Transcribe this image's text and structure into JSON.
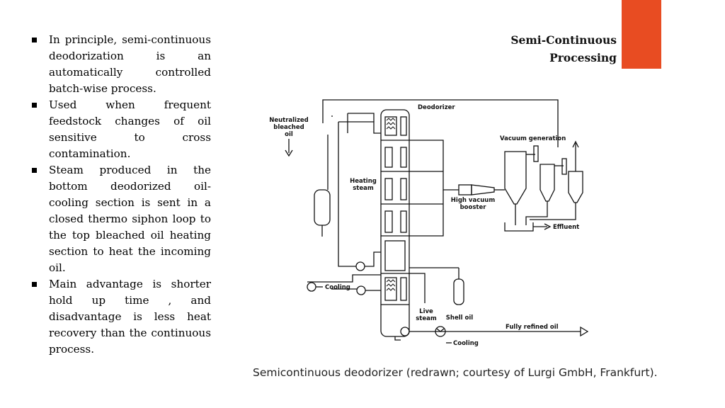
{
  "slide": {
    "title_line1": "Semi-Continuous",
    "title_line2": "Processing",
    "accent_color": "#e84c22",
    "bullets": [
      "In principle, semi-continuous deodorization is an automatically controlled batch-wise process.",
      "Used when frequent feedstock changes of oil sensitive to cross contamination.",
      "Steam produced in the bottom deodorized oil-cooling section is sent in a closed thermo siphon loop to the top bleached oil heating section to heat the incoming oil.",
      "Main advantage is shorter hold up time , and disadvantage is less heat recovery than the continuous process."
    ],
    "caption": "Semicontinuous deodorizer (redrawn; courtesy of Lurgi GmbH, Frankfurt)."
  },
  "diagram": {
    "labels": {
      "deodorizer": "Deodorizer",
      "feed_line1": "Neutralized",
      "feed_line2": "bleached",
      "feed_line3": "oil",
      "vacuum_generation": "Vacuum generation",
      "heating_steam_line1": "Heating",
      "heating_steam_line2": "steam",
      "booster_line1": "High vacuum",
      "booster_line2": "booster",
      "effluent": "Effluent",
      "cooling_upper": "Cooling",
      "live_steam_line1": "Live",
      "live_steam_line2": "steam",
      "shell_oil": "Shell oil",
      "fully_refined_oil": "Fully refined oil",
      "cooling_lower": "Cooling"
    }
  }
}
